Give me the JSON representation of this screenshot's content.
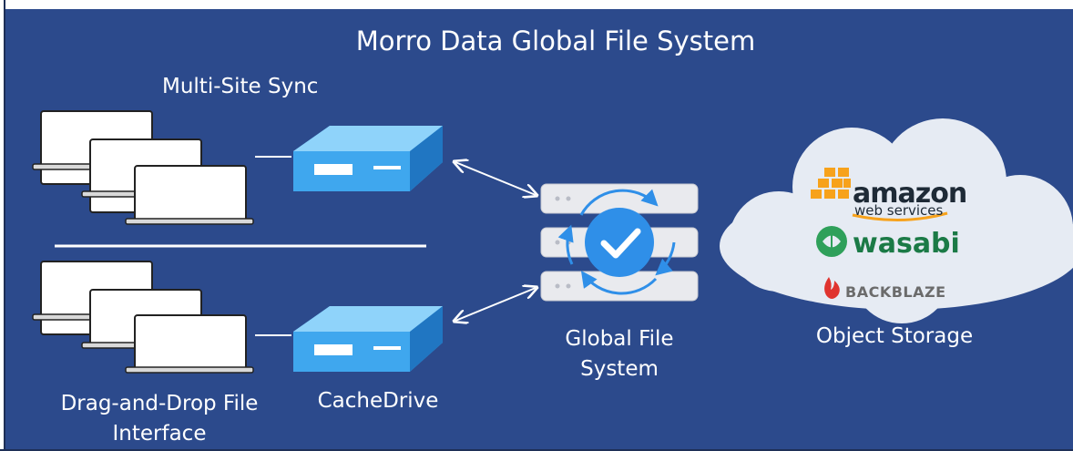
{
  "title": "Morro Data Global File System",
  "subtitle": "Multi-Site Sync",
  "labels": {
    "global_file_system": "Global File System",
    "object_storage": "Object Storage",
    "cache_drive": "CacheDrive",
    "drag_and_drop": "Drag-and-Drop File Interface"
  },
  "providers": {
    "amazon": "amazon",
    "amazon_sub": "web services",
    "wasabi": "wasabi",
    "backblaze": "BACKBLAZE"
  },
  "icons": {
    "laptops": "laptop-icon",
    "cachedrive": "cachedrive-device-icon",
    "server": "server-stack-icon",
    "check": "checkmark-icon",
    "cloud": "cloud-icon"
  },
  "colors": {
    "background": "#2c4a8c",
    "accent_blue": "#2f8fe8",
    "cache_device": "#3fa7ee"
  }
}
